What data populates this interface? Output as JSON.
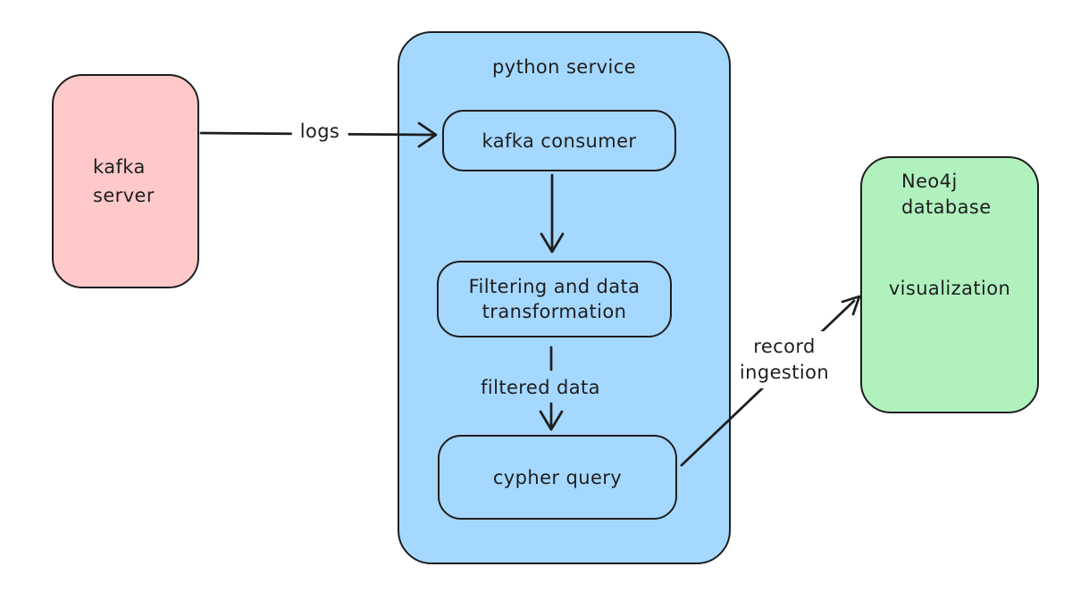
{
  "colors": {
    "bg": "#ffffff",
    "stroke": "#1e1e1e",
    "pink": "#ffc9c9",
    "blue": "#a5d8ff",
    "green": "#b0f1be"
  },
  "diagram": {
    "kafka_server": {
      "line1": "kafka",
      "line2": "server"
    },
    "python_service": {
      "title": "python service"
    },
    "kafka_consumer": {
      "label": "kafka consumer"
    },
    "filtering": {
      "line1": "Filtering and data",
      "line2": "transformation"
    },
    "cypher_query": {
      "label": "cypher query"
    },
    "neo4j": {
      "title_line1": "Neo4j",
      "title_line2": "database",
      "body": "visualization"
    },
    "edges": {
      "logs_label": "logs",
      "filtered_data_label": "filtered data",
      "record_ingestion_line1": "record",
      "record_ingestion_line2": "ingestion"
    }
  }
}
